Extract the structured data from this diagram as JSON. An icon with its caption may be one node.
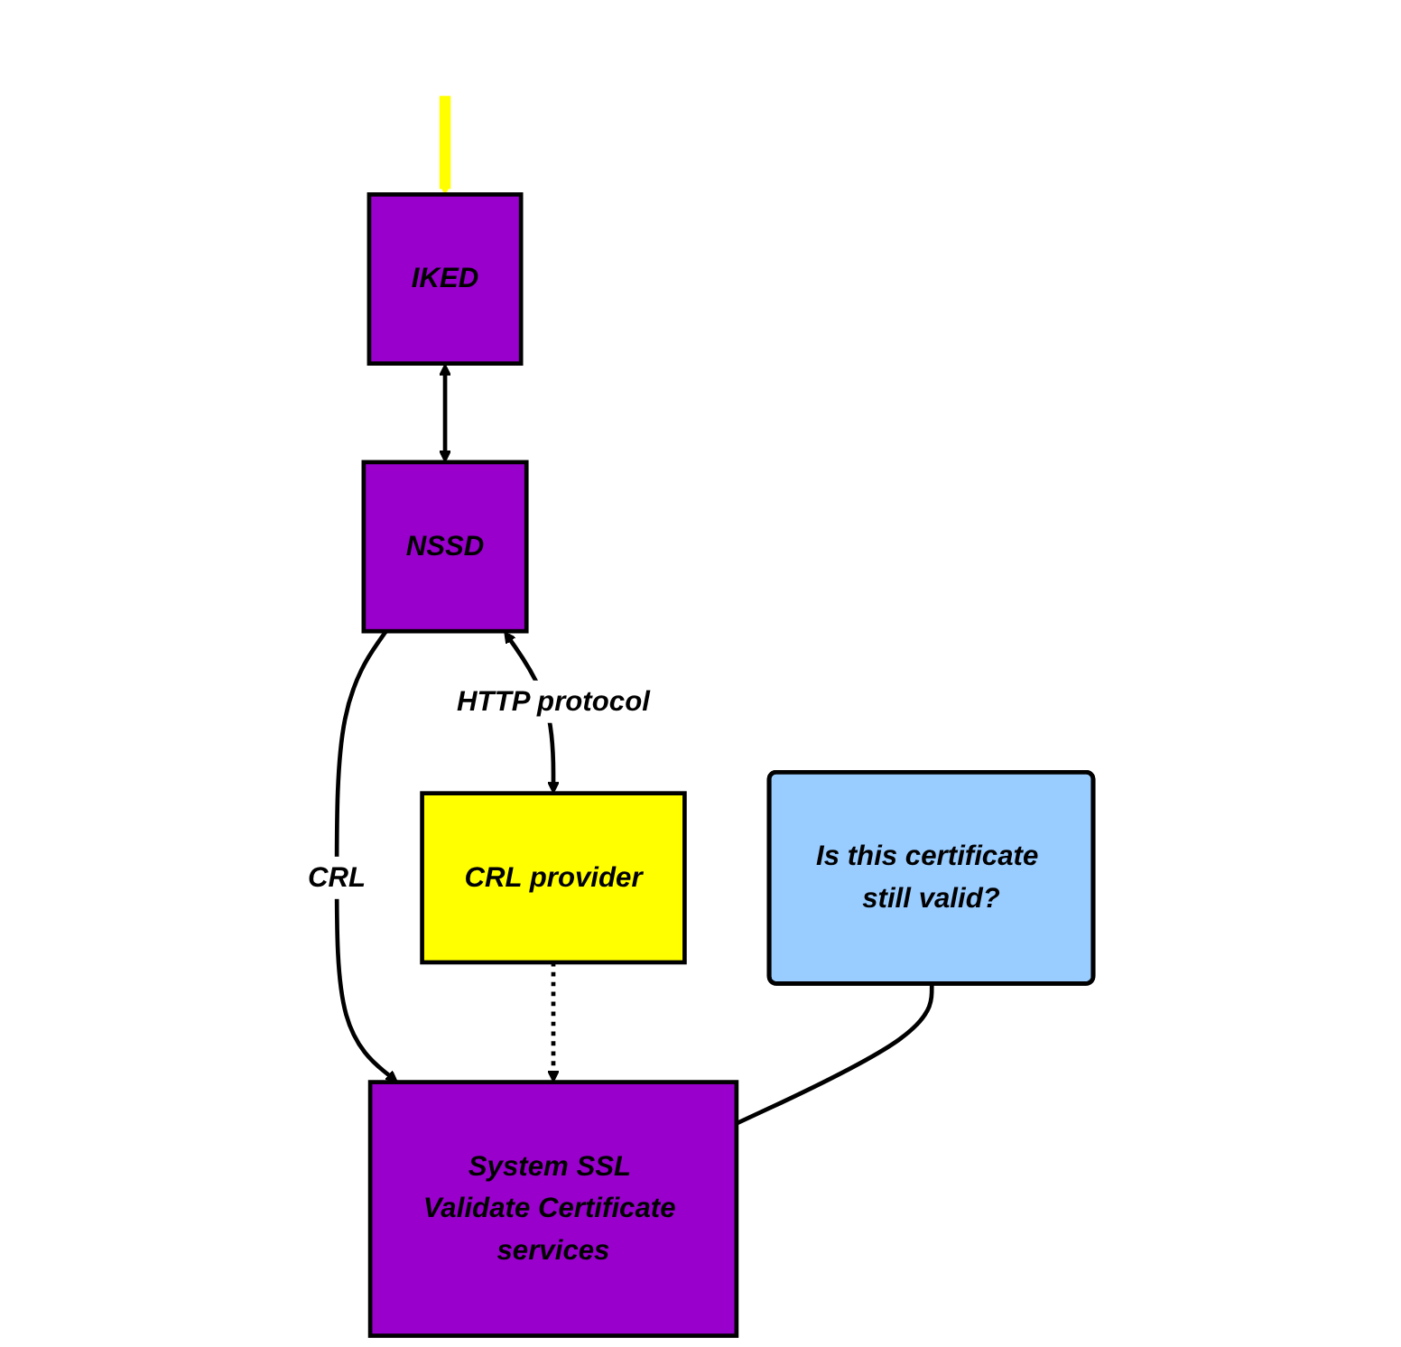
{
  "diagram": {
    "nodes": [
      {
        "text": [
          "IKED"
        ]
      },
      {
        "text": [
          "NSSD"
        ]
      },
      {
        "text": [
          "CRL provider"
        ]
      },
      {
        "text": [
          "System SSL Validate Certificate services"
        ]
      },
      {
        "text": [
          "Is this certificate still valid?"
        ]
      }
    ],
    "edges": [
      {
        "from": null,
        "to": 0,
        "arrow": "to",
        "style": "thick",
        "color": "#ffff00"
      },
      {
        "from": 0,
        "to": 1,
        "arrow": "both"
      },
      {
        "from": 1,
        "to": 2,
        "arrow": "both",
        "label": "HTTP protocol"
      },
      {
        "from": 1,
        "to": 3,
        "arrow": "to",
        "label": "CRL"
      },
      {
        "from": 2,
        "to": 3,
        "arrow": "to",
        "style": "dashed"
      },
      {
        "from": 4,
        "to": 3,
        "arrow": "none"
      }
    ]
  }
}
